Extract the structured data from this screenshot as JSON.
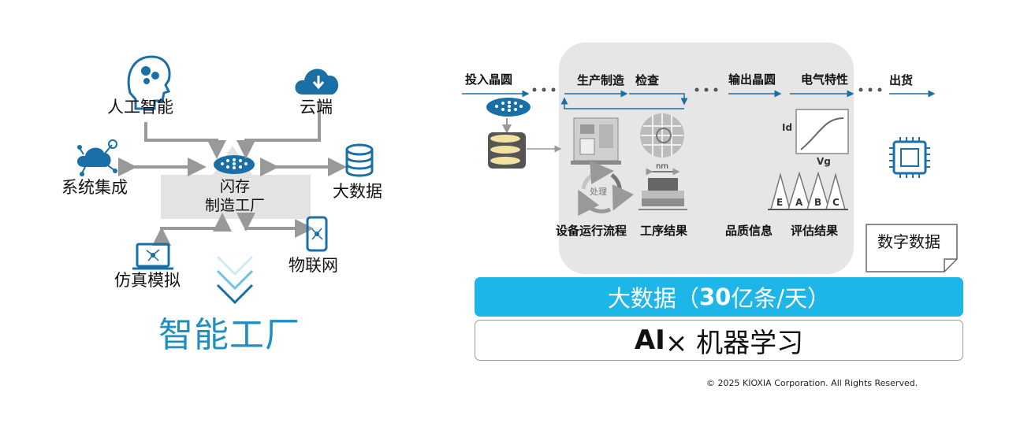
{
  "left": {
    "hub_line1": "闪存",
    "hub_line2": "制造工厂",
    "nodes": {
      "ai": "人工智能",
      "cloud": "云端",
      "system": "系统集成",
      "bigdata": "大数据",
      "simulation": "仿真模拟",
      "iot": "物联网"
    },
    "title": "智能工厂"
  },
  "right": {
    "flow": {
      "input_wafer": "投入晶圆",
      "production": "生产制造",
      "inspection": "检查",
      "output_wafer": "输出晶圆",
      "electrical": "电气特性",
      "shipping": "出货"
    },
    "labels": {
      "equipment_flow": "设备运行流程",
      "process_result": "工序结果",
      "quality_info": "品质信息",
      "eval_result": "评估结果",
      "processing": "处理",
      "nm": "nm",
      "id": "Id",
      "vg": "Vg",
      "grade_e": "E",
      "grade_a": "A",
      "grade_b": "B",
      "grade_c": "C"
    },
    "digital_data": "数字数据",
    "bigdata_bar_pre": "大数据（",
    "bigdata_bar_num": "30",
    "bigdata_bar_post": "亿条/天）",
    "ai_bar_bold": "AI",
    "ai_bar_rest": "× 机器学习"
  },
  "footer": {
    "copyright": "© 2025 KIOXIA Corporation. All Rights Reserved."
  },
  "colors": {
    "accent": "#1eb6e8",
    "icon_blue": "#1a6fa6",
    "title_blue": "#1f8fc2",
    "panel_gray": "#e6e6e6"
  }
}
